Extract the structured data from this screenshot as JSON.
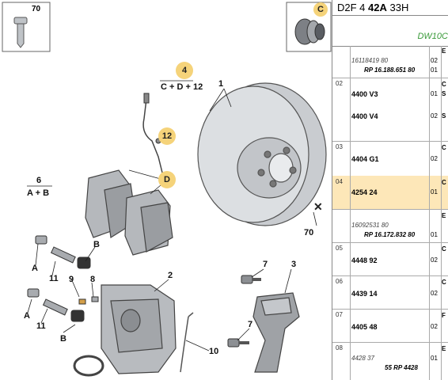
{
  "diagram": {
    "inset_left_num": "70",
    "inset_right_letter": "C",
    "callouts": {
      "c4": "4",
      "c4_formula": "C + D + 12",
      "c12": "12",
      "cD": "D",
      "c6": "6",
      "c6_formula": "A + B",
      "c1": "1",
      "c70": "70",
      "c2": "2",
      "c3": "3",
      "c7a": "7",
      "c7b": "7",
      "c8": "8",
      "c9": "9",
      "c10": "10",
      "c11a": "11",
      "c11b": "11",
      "cBa": "B",
      "cBb": "B",
      "cAa": "A",
      "cAb": "A"
    }
  },
  "table": {
    "header_code": "D2F 4",
    "header_bold": "42A",
    "header_tail": "33H",
    "model": "DW10C",
    "rows": [
      {
        "pos": "",
        "ref": "",
        "sub": "16118419 80",
        "rp": "RP 16.188.651 80",
        "qty": "02",
        "rr": "01",
        "flag": "E"
      },
      {
        "pos": "02",
        "ref": "4400 V3",
        "ref2": "4400 V4",
        "qty": "01",
        "qty2": "02",
        "rr": "S",
        "rr2": "S",
        "flag": "C"
      },
      {
        "pos": "03",
        "ref": "4404 G1",
        "qty": "02",
        "rr": "C"
      },
      {
        "pos": "04",
        "ref": "4254 24",
        "qty": "01",
        "rr": "C",
        "highlight": true
      },
      {
        "pos": "",
        "sub": "16092531 80",
        "rp": "RP 16.172.832 80",
        "qty": "01",
        "rr": "E"
      },
      {
        "pos": "05",
        "ref": "4448 92",
        "qty": "02",
        "rr": "C"
      },
      {
        "pos": "06",
        "ref": "4439 14",
        "qty": "02",
        "rr": "C"
      },
      {
        "pos": "07",
        "ref": "4405 48",
        "qty": "02",
        "rr": "F"
      },
      {
        "pos": "08",
        "ref": "",
        "sub": "4428 37",
        "rp": "55 RP 4428",
        "qty": "01",
        "rr": "E"
      }
    ]
  }
}
